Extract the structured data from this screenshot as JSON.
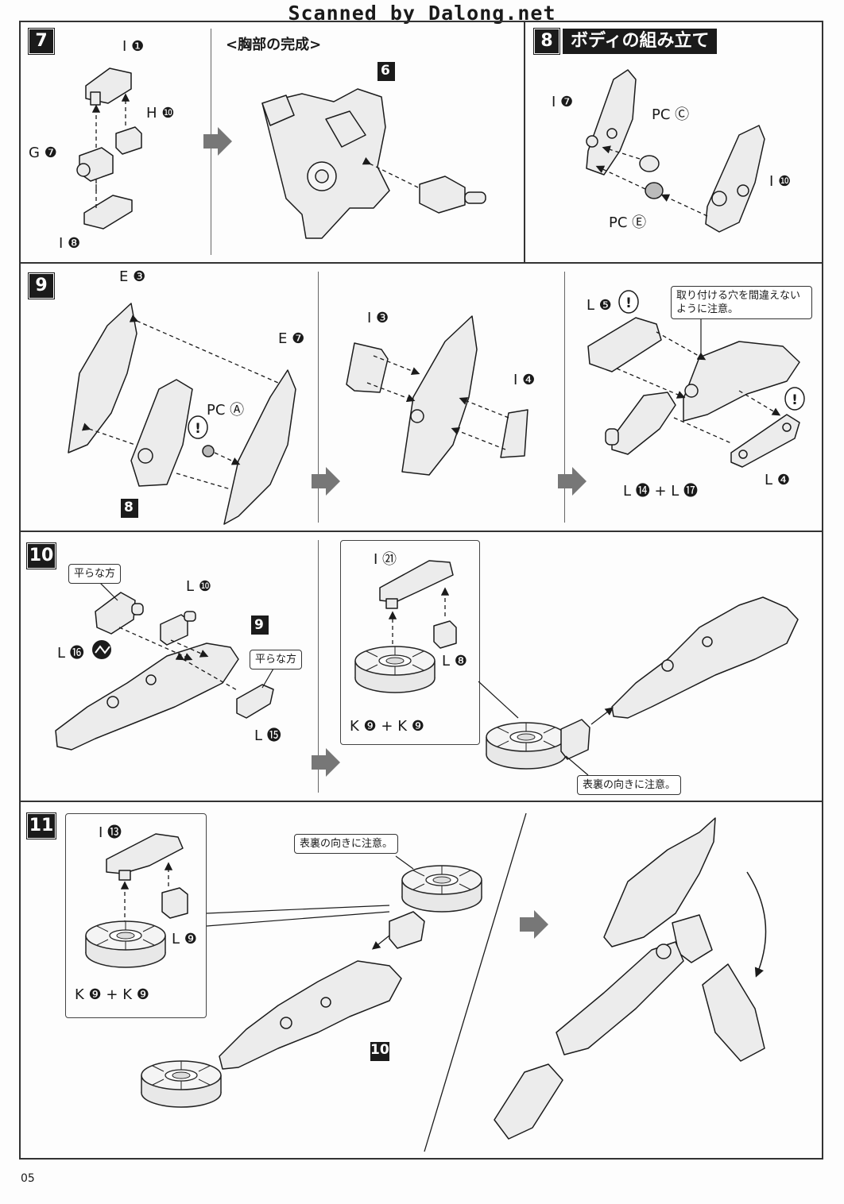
{
  "header": {
    "scan_title": "Scanned by Dalong.net"
  },
  "page": {
    "number": "05"
  },
  "steps": {
    "s7": {
      "number": "7",
      "subhead": "<胸部の完成>",
      "ref": "6",
      "labels": {
        "i1": "I ❶",
        "h10": "H ❿",
        "g7": "G ❼",
        "i8": "I ❽"
      }
    },
    "s8": {
      "number": "8",
      "title": "ボディの組み立て",
      "labels": {
        "i7": "I ❼",
        "pcc": "PC Ⓒ",
        "i10": "I ❿",
        "pce": "PC Ⓔ"
      }
    },
    "s9": {
      "number": "9",
      "ref": "8",
      "labels": {
        "e3": "E ❸",
        "e7": "E ❼",
        "pca": "PC Ⓐ",
        "i3": "I ❸",
        "i4": "I ❹",
        "l5": "L ❺",
        "l1417": "L ⓮ + L ⓱",
        "l4": "L ❹"
      },
      "note": "取り付ける穴を間違えないように注意。",
      "caution": "!"
    },
    "s10": {
      "number": "10",
      "ref": "9",
      "labels": {
        "l10": "L ❿",
        "l16": "L ⓰",
        "l15": "L ⓯",
        "i21": "I ㉑",
        "l8": "L ❽",
        "k9k9": "K ❾ + K ❾"
      },
      "flat_a": "平らな方",
      "flat_b": "平らな方",
      "note": "表裏の向きに注意。"
    },
    "s11": {
      "number": "11",
      "ref": "10",
      "labels": {
        "i13": "I ⓭",
        "l9": "L ❾",
        "k9k9": "K ❾ + K ❾"
      },
      "note": "表裏の向きに注意。"
    }
  },
  "colors": {
    "ink": "#1b1b1b",
    "paper": "#fdfdfd",
    "part_fill": "#ececec"
  }
}
